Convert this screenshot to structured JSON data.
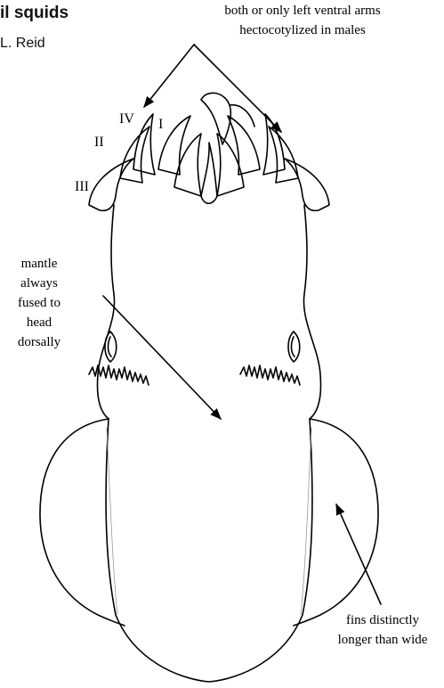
{
  "header": {
    "title": "il squids",
    "author": "L. Reid"
  },
  "arm_labels": [
    "IV",
    "I",
    "II",
    "III"
  ],
  "annotations": {
    "hectocotylus": [
      "both or only left ventral arms",
      "hectocotylized in males"
    ],
    "mantle": [
      "mantle",
      "always",
      "fused to",
      "head",
      "dorsally"
    ],
    "fins": [
      "fins distinctly",
      "longer than wide"
    ]
  }
}
